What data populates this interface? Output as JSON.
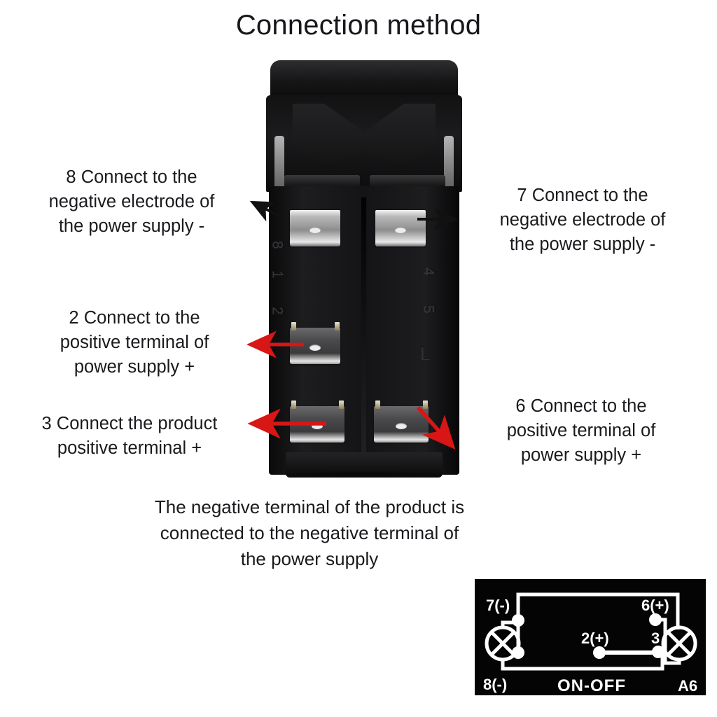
{
  "title": "Connection method",
  "callouts": [
    {
      "id": "terminal-8",
      "text": "8 Connect to the\nnegative electrode of\nthe power supply -",
      "arrow_color": "#111111"
    },
    {
      "id": "terminal-7",
      "text": "7 Connect to the\nnegative electrode of\nthe power supply -",
      "arrow_color": "#111111"
    },
    {
      "id": "terminal-2",
      "text": "2 Connect to the\npositive terminal of\npower supply +",
      "arrow_color": "#d81616"
    },
    {
      "id": "terminal-3",
      "text": "3 Connect the product\npositive terminal +",
      "arrow_color": "#d81616"
    },
    {
      "id": "terminal-6",
      "text": "6 Connect to the\npositive terminal of\npower supply +",
      "arrow_color": "#d81616"
    }
  ],
  "bottom_note": "The negative terminal of the product is\nconnected to the negative terminal of\nthe power supply",
  "switch": {
    "emboss_numbers": {
      "left_top": "8",
      "left_mid": "1",
      "left_low": "2",
      "right_top": "4",
      "right_low": "5",
      "right_mark": "L"
    }
  },
  "wiring_diagram": {
    "labels": {
      "top_left": "7(-)",
      "top_right": "6(+)",
      "mid_left_center": "2(+)",
      "mid_right": "3",
      "bottom_left": "8(-)",
      "bottom_center": "ON-OFF",
      "bottom_right": "A6"
    },
    "background": "#040404",
    "line_color": "#ffffff"
  }
}
